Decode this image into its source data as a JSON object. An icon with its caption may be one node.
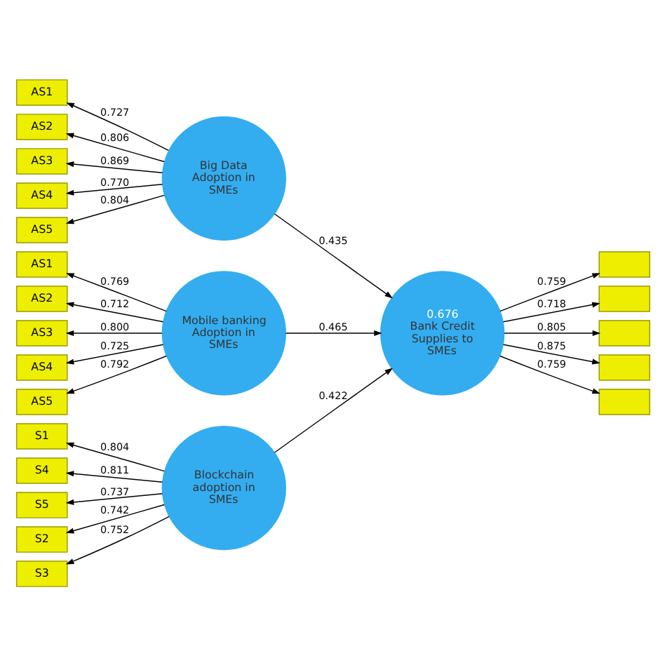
{
  "diagram": {
    "nodes": [
      {
        "text": [
          "S1"
        ]
      },
      {
        "text": [
          "S2"
        ]
      },
      {
        "text": [
          "S3"
        ]
      },
      {
        "text": [
          "S4"
        ]
      },
      {
        "text": [
          "S5"
        ]
      },
      {
        "text": [
          "Blockchain adoption in SMEs"
        ]
      },
      {
        "text": [
          "AS1"
        ]
      },
      {
        "text": [
          "AS2"
        ]
      },
      {
        "text": [
          "AS3"
        ]
      },
      {
        "text": [
          "AS4"
        ]
      },
      {
        "text": [
          "AS5"
        ]
      },
      {
        "text": [
          "Big Data Adoption in SMEs"
        ]
      },
      {
        "text": [
          "AS1"
        ]
      },
      {
        "text": [
          "AS2"
        ]
      },
      {
        "text": [
          "AS3"
        ]
      },
      {
        "text": [
          "AS4"
        ]
      },
      {
        "text": [
          "AS5"
        ]
      },
      {
        "text": [
          "Mobile banking Adoption in SMEs"
        ]
      },
      {
        "text": [
          "0.676",
          "Bank Credit Supplies to SMEs"
        ]
      },
      {
        "text": [],
        "shape": "box"
      },
      {
        "text": [],
        "shape": "box"
      },
      {
        "text": [],
        "shape": "box"
      },
      {
        "text": [],
        "shape": "box"
      },
      {
        "text": [],
        "shape": "box"
      }
    ],
    "edges": [
      {
        "from": 5,
        "to": 0,
        "arrow": "to",
        "label": "0.804"
      },
      {
        "from": 5,
        "to": 1,
        "arrow": "to",
        "label": "0.742"
      },
      {
        "from": 5,
        "to": 2,
        "arrow": "to",
        "label": "0.752"
      },
      {
        "from": 5,
        "to": 3,
        "arrow": "to",
        "label": "0.811"
      },
      {
        "from": 5,
        "to": 4,
        "arrow": "to",
        "label": "0.737"
      },
      {
        "from": 11,
        "to": 6,
        "arrow": "to",
        "label": "0.727"
      },
      {
        "from": 11,
        "to": 7,
        "arrow": "to",
        "label": "0.806"
      },
      {
        "from": 11,
        "to": 8,
        "arrow": "to",
        "label": "0.869"
      },
      {
        "from": 11,
        "to": 9,
        "arrow": "to",
        "label": "0.770"
      },
      {
        "from": 11,
        "to": 10,
        "arrow": "to",
        "label": "0.804"
      },
      {
        "from": 17,
        "to": 12,
        "arrow": "to",
        "label": "0.769"
      },
      {
        "from": 17,
        "to": 13,
        "arrow": "to",
        "label": "0.712"
      },
      {
        "from": 17,
        "to": 14,
        "arrow": "to",
        "label": "0.800"
      },
      {
        "from": 17,
        "to": 15,
        "arrow": "to",
        "label": "0.725"
      },
      {
        "from": 17,
        "to": 16,
        "arrow": "to",
        "label": "0.792"
      },
      {
        "from": 5,
        "to": 18,
        "arrow": "to",
        "label": "0.422"
      },
      {
        "from": 11,
        "to": 18,
        "arrow": "to",
        "label": "0.435"
      },
      {
        "from": 17,
        "to": 18,
        "arrow": "to",
        "label": "0.465"
      },
      {
        "from": 18,
        "to": 19,
        "arrow": "to",
        "label": "0.759"
      },
      {
        "from": 18,
        "to": 20,
        "arrow": "to",
        "label": "0.718"
      },
      {
        "from": 18,
        "to": 21,
        "arrow": "to",
        "label": "0.805"
      },
      {
        "from": 18,
        "to": 22,
        "arrow": "to",
        "label": "0.875"
      },
      {
        "from": 18,
        "to": 23,
        "arrow": "to",
        "label": "0.759"
      }
    ]
  }
}
